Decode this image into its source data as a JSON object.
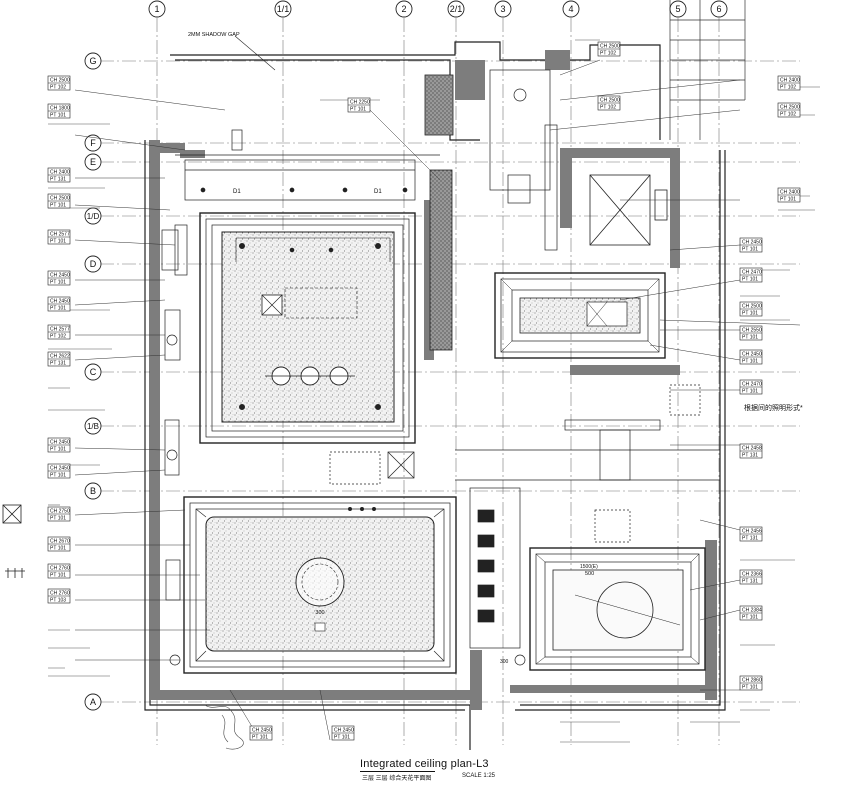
{
  "drawing": {
    "grid_top_labels": [
      "1",
      "1/1",
      "2",
      "2/1",
      "3",
      "4",
      "5",
      "6"
    ],
    "grid_left_labels": [
      "G",
      "F",
      "E",
      "1/D",
      "D",
      "C",
      "1/B",
      "B",
      "A"
    ],
    "top_note": "2MM SHADOW GAP",
    "room_marks": [
      "D1",
      "D1"
    ],
    "dim_labels": [
      "300",
      "500",
      "1500(E)",
      "300"
    ],
    "right_note": "根据间的照明形式*",
    "tags_left": [
      {
        "ch": "CH 2500",
        "pt": "PT 102"
      },
      {
        "ch": "CH 1800",
        "pt": "PT 101"
      },
      {
        "ch": "CH 2400",
        "pt": "PT 131"
      },
      {
        "ch": "CH 2500",
        "pt": "PT 101"
      },
      {
        "ch": "CH 2577",
        "pt": "PT 101"
      },
      {
        "ch": "CH 2450",
        "pt": "PT 101"
      },
      {
        "ch": "CH 2450",
        "pt": "PT 101"
      },
      {
        "ch": "CH 2577",
        "pt": "PT 102"
      },
      {
        "ch": "CH 2622",
        "pt": "PT 131"
      },
      {
        "ch": "CH 2450",
        "pt": "PT 101"
      },
      {
        "ch": "CH 2450",
        "pt": "PT 101"
      },
      {
        "ch": "CH 2750",
        "pt": "PT 101"
      },
      {
        "ch": "CH 2670",
        "pt": "PT 101"
      },
      {
        "ch": "CH 2760",
        "pt": "PT 101"
      },
      {
        "ch": "CH 2760",
        "pt": "PT 103"
      }
    ],
    "tags_right": [
      {
        "ch": "CH 2500",
        "pt": "PT 102"
      },
      {
        "ch": "CH 2400",
        "pt": "PT 102"
      },
      {
        "ch": "CH 2500",
        "pt": "PT 102"
      },
      {
        "ch": "CH 2400",
        "pt": "PT 101"
      },
      {
        "ch": "CH 2450",
        "pt": "PT 101"
      },
      {
        "ch": "CH 2470",
        "pt": "PT 101"
      },
      {
        "ch": "CH 2500",
        "pt": "PT 101"
      },
      {
        "ch": "CH 2550",
        "pt": "PT 101"
      },
      {
        "ch": "CH 2450",
        "pt": "PT 101"
      },
      {
        "ch": "CH 2470",
        "pt": "PT 101"
      },
      {
        "ch": "CH 2458",
        "pt": "PT 131"
      },
      {
        "ch": "CH 2456",
        "pt": "PT 131"
      },
      {
        "ch": "CH 2366",
        "pt": "PT 131"
      },
      {
        "ch": "CH 2384",
        "pt": "PT 101"
      },
      {
        "ch": "CH 2860",
        "pt": "PT 101"
      }
    ],
    "tags_top": [
      {
        "ch": "CH 2250",
        "pt": "PT 101"
      },
      {
        "ch": "CH 2500",
        "pt": "PT 102"
      }
    ],
    "tags_bottom": [
      {
        "ch": "CH 2450",
        "pt": "PT 101"
      },
      {
        "ch": "CH 2450",
        "pt": "PT 101"
      }
    ]
  },
  "title_block": {
    "title": "Integrated ceiling plan-L3",
    "subtitle": "三层  三层  综合天花平面图",
    "scale": "SCALE   1:25"
  }
}
